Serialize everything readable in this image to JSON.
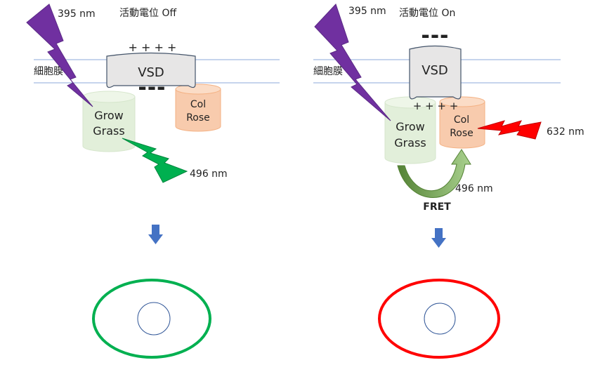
{
  "left": {
    "wavelength_in": "395 nm",
    "title": "活動電位 Off",
    "membrane_label": "細胞膜",
    "charge_top": "+ + + +",
    "charge_bottom": "▬▬▬",
    "vsd": "VSD",
    "green_line1": "Grow",
    "green_line2": "Grass",
    "red_line1": "Col",
    "red_line2": "Rose",
    "wavelength_out": "496 nm"
  },
  "right": {
    "wavelength_in": "395 nm",
    "title": "活動電位 On",
    "membrane_label": "細胞膜",
    "charge_top": "▬▬▬",
    "charge_bottom": "+ + + +",
    "vsd": "VSD",
    "green_line1": "Grow",
    "green_line2": "Grass",
    "red_line1": "Col",
    "red_line2": "Rose",
    "wavelength_red": "632 nm",
    "wavelength_transfer": "496 nm",
    "fret": "FRET"
  },
  "colors": {
    "bolt_purple": "#7030A0",
    "bolt_green": "#00B050",
    "bolt_red": "#FF0000",
    "green_cyl": "#E2EFDA",
    "red_cyl": "#F8CBAD",
    "vsd_fill": "#E7E6E6",
    "down_arrow": "#4472C4",
    "cell_left": "#00B050",
    "cell_right": "#FF0000",
    "nucleus": "#2F5597",
    "membrane_line": "#8EA9DB"
  }
}
